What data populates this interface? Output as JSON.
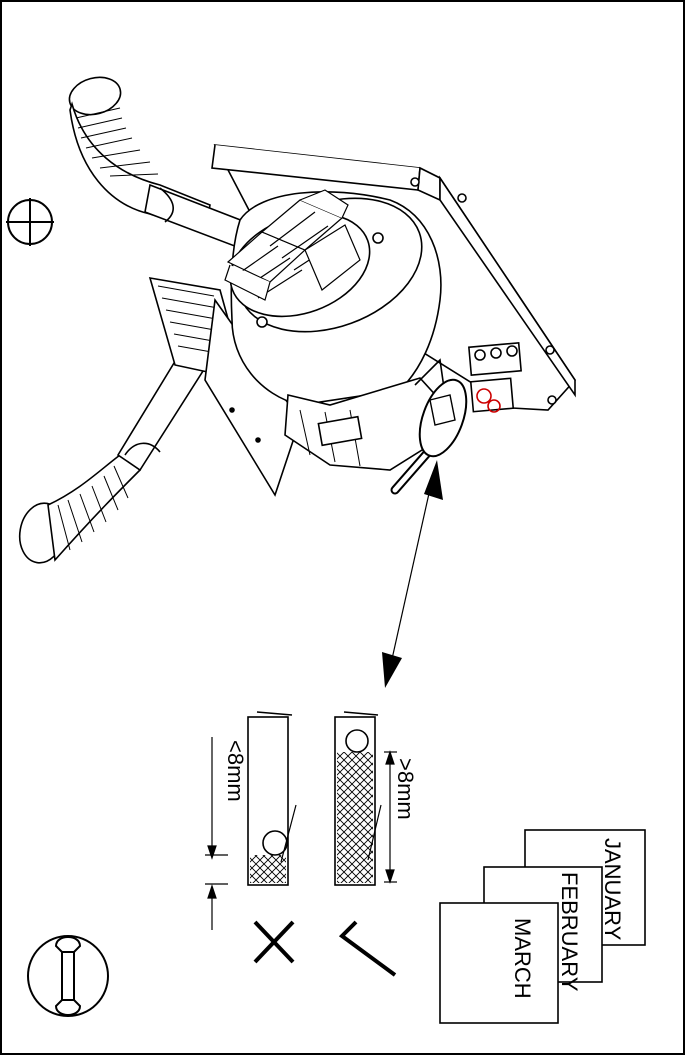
{
  "labels": {
    "less_than": "<8mm",
    "greater_than": ">8mm",
    "month_1": "JANUARY",
    "month_2": "FEBRUARY",
    "month_3": "MARCH"
  },
  "icons": {
    "top_left": "crosshair-icon",
    "bottom_left": "wrench-icon",
    "invalid_mark": "cross-mark-icon",
    "valid_mark": "check-mark-icon"
  },
  "colors": {
    "line": "#000000",
    "highlight": "#cc0000"
  }
}
